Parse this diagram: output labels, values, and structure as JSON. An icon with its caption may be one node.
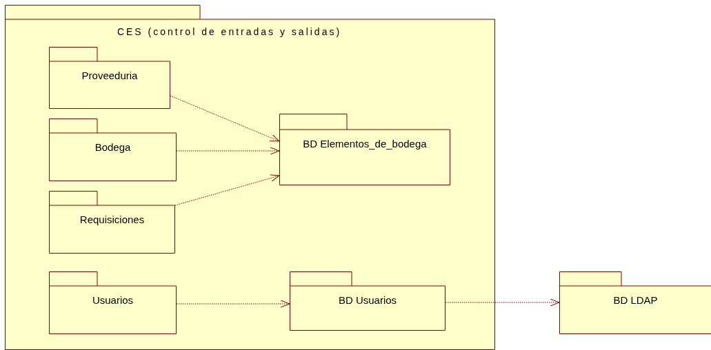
{
  "diagram": {
    "nodes": [
      {
        "text": [
          "CES (control de entradas y salidas)"
        ]
      },
      {
        "text": [
          "Proveeduria"
        ],
        "in": 0
      },
      {
        "text": [
          "Bodega"
        ],
        "in": 0
      },
      {
        "text": [
          "Requisiciones"
        ],
        "in": 0
      },
      {
        "text": [
          "BD Elementos_de_bodega"
        ],
        "in": 0
      },
      {
        "text": [
          "Usuarios"
        ],
        "in": 0
      },
      {
        "text": [
          "BD Usuarios"
        ],
        "in": 0
      },
      {
        "text": [
          "BD LDAP"
        ]
      }
    ],
    "edges": [
      {
        "from": 1,
        "to": 4,
        "arrow": "to",
        "style": "dashed"
      },
      {
        "from": 2,
        "to": 4,
        "arrow": "to",
        "style": "dashed"
      },
      {
        "from": 3,
        "to": 4,
        "arrow": "to",
        "style": "dashed"
      },
      {
        "from": 5,
        "to": 6,
        "arrow": "to",
        "style": "dashed"
      },
      {
        "from": 6,
        "to": 7,
        "arrow": "to",
        "style": "dashed"
      }
    ]
  }
}
